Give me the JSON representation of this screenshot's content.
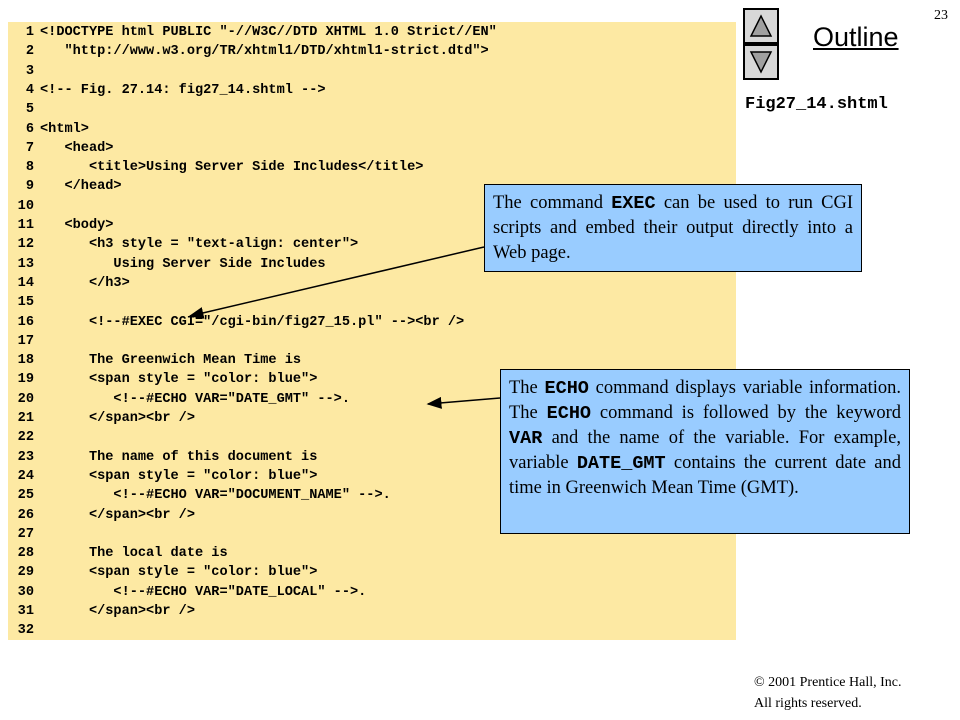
{
  "page_number": "23",
  "outline": {
    "title": "Outline",
    "up_icon": "up-triangle-icon",
    "down_icon": "down-triangle-icon"
  },
  "file_name": "Fig27_14.shtml",
  "code_lines": [
    {
      "n": "1",
      "text": "<!DOCTYPE html PUBLIC \"-//W3C//DTD XHTML 1.0 Strict//EN\""
    },
    {
      "n": "2",
      "text": "   \"http://www.w3.org/TR/xhtml1/DTD/xhtml1-strict.dtd\">"
    },
    {
      "n": "3",
      "text": ""
    },
    {
      "n": "4",
      "text": "<!-- Fig. 27.14: fig27_14.shtml -->"
    },
    {
      "n": "5",
      "text": ""
    },
    {
      "n": "6",
      "text": "<html>"
    },
    {
      "n": "7",
      "text": "   <head>"
    },
    {
      "n": "8",
      "text": "      <title>Using Server Side Includes</title>"
    },
    {
      "n": "9",
      "text": "   </head>"
    },
    {
      "n": "10",
      "text": ""
    },
    {
      "n": "11",
      "text": "   <body>"
    },
    {
      "n": "12",
      "text": "      <h3 style = \"text-align: center\">"
    },
    {
      "n": "13",
      "text": "         Using Server Side Includes"
    },
    {
      "n": "14",
      "text": "      </h3>"
    },
    {
      "n": "15",
      "text": ""
    },
    {
      "n": "16",
      "text": "      <!--#EXEC CGI=\"/cgi-bin/fig27_15.pl\" --><br />"
    },
    {
      "n": "17",
      "text": ""
    },
    {
      "n": "18",
      "text": "      The Greenwich Mean Time is"
    },
    {
      "n": "19",
      "text": "      <span style = \"color: blue\">"
    },
    {
      "n": "20",
      "text": "         <!--#ECHO VAR=\"DATE_GMT\" -->."
    },
    {
      "n": "21",
      "text": "      </span><br />"
    },
    {
      "n": "22",
      "text": ""
    },
    {
      "n": "23",
      "text": "      The name of this document is"
    },
    {
      "n": "24",
      "text": "      <span style = \"color: blue\">"
    },
    {
      "n": "25",
      "text": "         <!--#ECHO VAR=\"DOCUMENT_NAME\" -->."
    },
    {
      "n": "26",
      "text": "      </span><br />"
    },
    {
      "n": "27",
      "text": ""
    },
    {
      "n": "28",
      "text": "      The local date is"
    },
    {
      "n": "29",
      "text": "      <span style = \"color: blue\">"
    },
    {
      "n": "30",
      "text": "         <!--#ECHO VAR=\"DATE_LOCAL\" -->."
    },
    {
      "n": "31",
      "text": "      </span><br />"
    },
    {
      "n": "32",
      "text": ""
    }
  ],
  "callout_exec": {
    "t1": "The command ",
    "kw1": "EXEC",
    "t2": " can be used to run CGI scripts and embed their output directly into a Web page."
  },
  "callout_echo": {
    "t1": "The ",
    "kw1": "ECHO",
    "t2": " command displays variable information. The ",
    "kw2": "ECHO",
    "t3": " command is followed by the keyword ",
    "kw3": "VAR",
    "t4": " and the name of the variable. For example, variable ",
    "kw4": "DATE_GMT",
    "t5": " contains the current date and time in Greenwich Mean Time (GMT)."
  },
  "copyright": {
    "line1": "© 2001 Prentice Hall, Inc.",
    "line2": "All rights reserved."
  }
}
